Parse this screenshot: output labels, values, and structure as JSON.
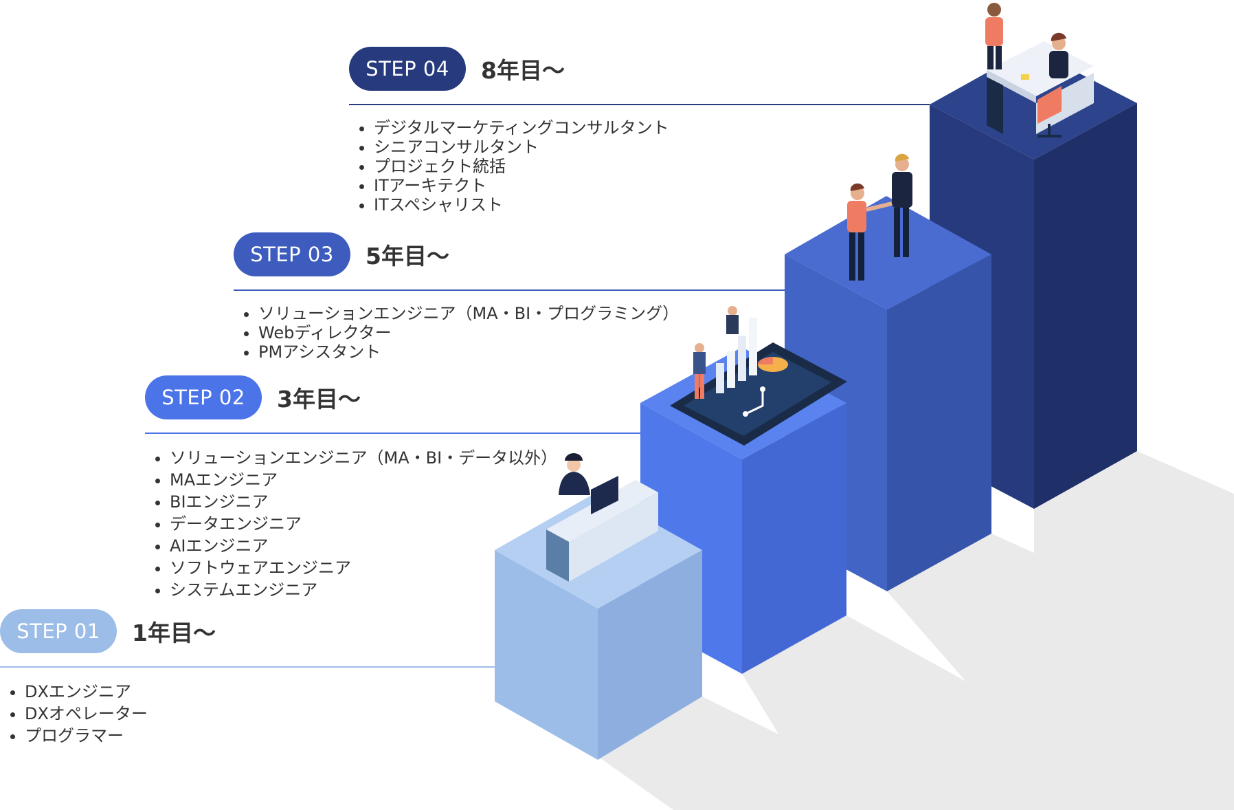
{
  "colors": {
    "step1": "#9dbde9",
    "step2": "#4a74e8",
    "step3": "#3d5cbd",
    "step4": "#263a7d",
    "shadow": "#eaeaea"
  },
  "steps": [
    {
      "label": "STEP 01",
      "years": "1年目〜",
      "items": [
        "DXエンジニア",
        "DXオペレーター",
        "プログラマー"
      ]
    },
    {
      "label": "STEP 02",
      "years": "3年目〜",
      "items": [
        "ソリューションエンジニア（MA・BI・データ以外）",
        "MAエンジニア",
        "BIエンジニア",
        "データエンジニア",
        "AIエンジニア",
        "ソフトウェアエンジニア",
        "システムエンジニア"
      ]
    },
    {
      "label": "STEP 03",
      "years": "5年目〜",
      "items": [
        "ソリューションエンジニア（MA・BI・プログラミング）",
        "Webディレクター",
        "PMアシスタント"
      ]
    },
    {
      "label": "STEP 04",
      "years": "8年目〜",
      "items": [
        "デジタルマーケティングコンサルタント",
        "シニアコンサルタント",
        "プロジェクト統括",
        "ITアーキテクト",
        "ITスペシャリスト"
      ]
    }
  ],
  "icons": [
    "office-desk-icon",
    "data-dashboard-icon",
    "handshake-icon",
    "consultation-desk-icon"
  ]
}
